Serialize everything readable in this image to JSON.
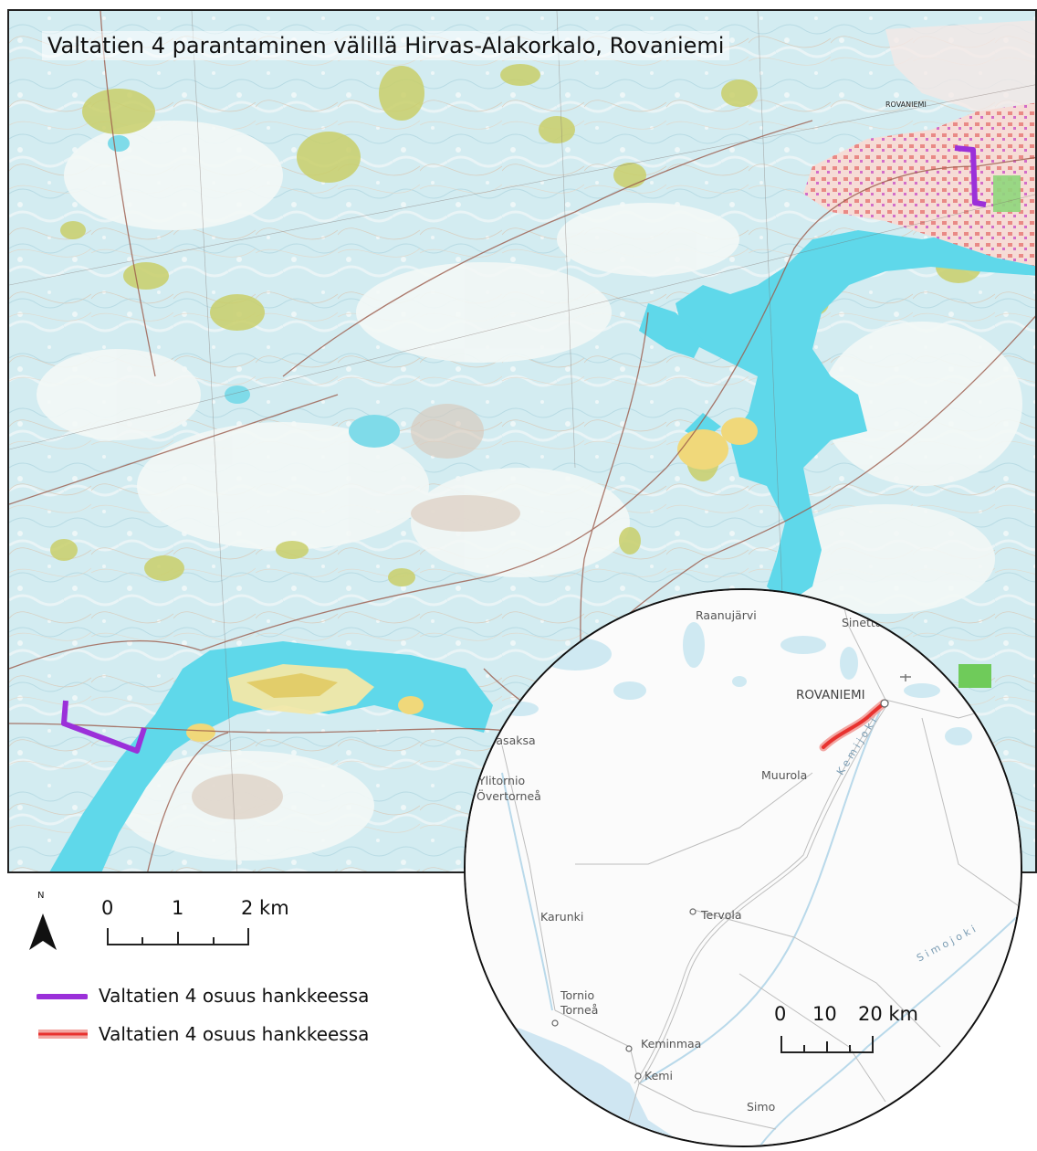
{
  "map": {
    "title": "Valtatien 4 parantaminen välillä Hirvas-Alakorkalo, Rovaniemi",
    "city_label": "ROVANIEMI",
    "project_color": "#9b30d9"
  },
  "inset": {
    "places": {
      "raanujarvi": "Raanujärvi",
      "sinetta": "Sinetta",
      "rovaniemi": "ROVANIEMI",
      "vasaksa": "vasaksa",
      "ylitornio": "Ylitornio",
      "overtornea": "Övertorneå",
      "muurola": "Muurola",
      "karunki": "Karunki",
      "tervola": "Tervola",
      "tornio": "Tornio",
      "tornea": "Torneå",
      "keminmaa": "Keminmaa",
      "kemi": "Kemi",
      "simo": "Simo",
      "kemijoki": "K e m i j o k i",
      "simojoki": "S i m o j o k i"
    },
    "highlight_color": "#e8322f",
    "scale": {
      "labels": [
        "0",
        "10",
        "20 km"
      ]
    }
  },
  "scale_bar": {
    "labels": [
      "0",
      "1",
      "2 km"
    ]
  },
  "north_arrow": {
    "label": "N"
  },
  "legend": {
    "items": [
      {
        "label": "Valtatien 4 osuus hankkeessa",
        "color": "#9b30d9"
      },
      {
        "label": "Valtatien 4 osuus hankkeessa",
        "color": "#e8322f"
      }
    ]
  }
}
